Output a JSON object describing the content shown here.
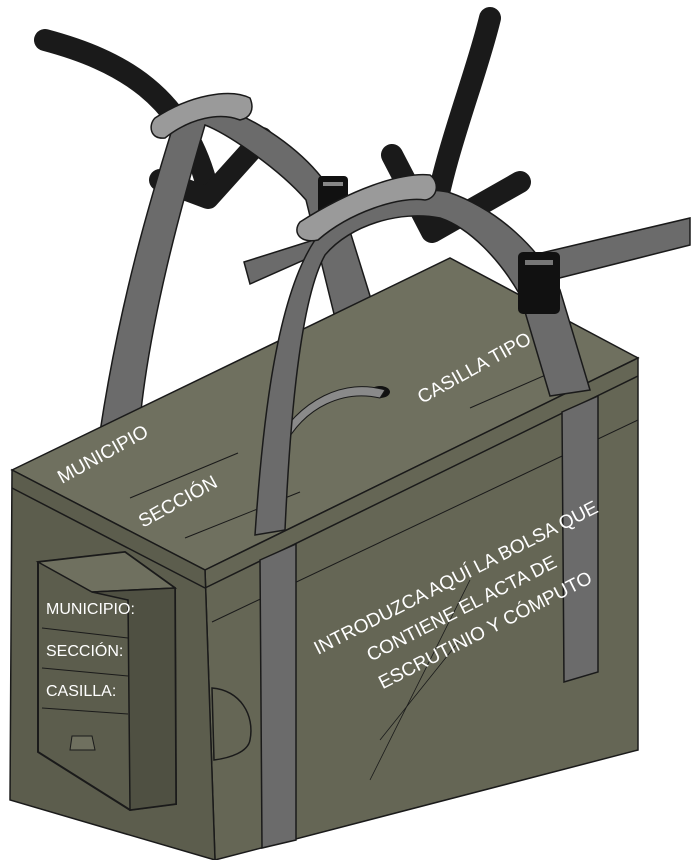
{
  "colors": {
    "box_front": "#656655",
    "box_top": "#6f705f",
    "box_side": "#5c5d4d",
    "strap": "#6b6b6b",
    "strap_light": "#9a9a9a",
    "arrow": "#1a1a1a",
    "buckle": "#111111",
    "line": "#1a1a1a",
    "text": "#ffffff"
  },
  "top_labels": {
    "municipio": "MUNICIPIO",
    "seccion": "SECCIÓN",
    "casilla_tipo": "CASILLA TIPO"
  },
  "front_instruction": {
    "line1": "INTRODUZCA AQUÍ LA BOLSA QUE",
    "line2": "CONTIENE  EL ACTA DE",
    "line3": "ESCRUTINIO Y CÓMPUTO"
  },
  "side_label": {
    "municipio": "MUNICIPIO:",
    "seccion": "SECCIÓN:",
    "casilla": "CASILLA:"
  },
  "icons": {
    "left_arrow": "curved-arrow-down-icon",
    "right_arrow": "curved-arrow-down-icon",
    "buckles": "strap-buckle-icon"
  }
}
